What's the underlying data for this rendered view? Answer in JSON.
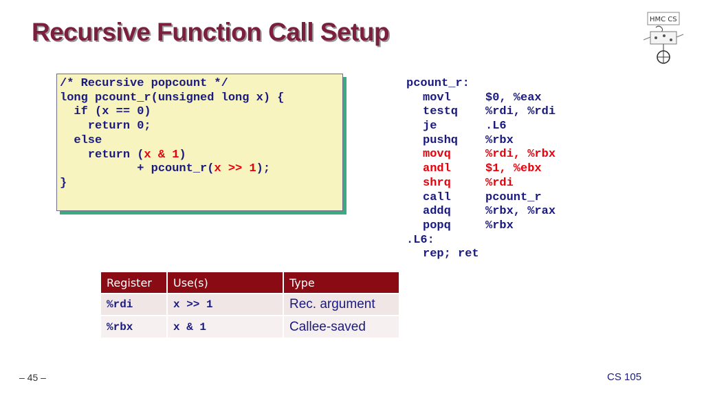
{
  "slide": {
    "title": "Recursive Function Call Setup",
    "page_number": "– 45 –",
    "course": "CS 105",
    "logo_text": "HMC CS"
  },
  "c_code": {
    "lines": [
      [
        {
          "t": "/* Recursive popcount */"
        }
      ],
      [
        {
          "t": "long pcount_r(unsigned long x) {"
        }
      ],
      [
        {
          "t": "  if (x == 0)"
        }
      ],
      [
        {
          "t": "    return 0;"
        }
      ],
      [
        {
          "t": "  else"
        }
      ],
      [
        {
          "t": "    return ("
        },
        {
          "t": "x & 1",
          "hl": true
        },
        {
          "t": ")"
        }
      ],
      [
        {
          "t": "           + pcount_r("
        },
        {
          "t": "x >> 1",
          "hl": true
        },
        {
          "t": ");"
        }
      ],
      [
        {
          "t": "}"
        }
      ]
    ]
  },
  "asm": {
    "lines": [
      {
        "op": "pcount_r:",
        "args": "",
        "hl": false,
        "indent": 0
      },
      {
        "op": "movl",
        "args": "$0, %eax",
        "hl": false,
        "indent": 1
      },
      {
        "op": "testq",
        "args": "%rdi, %rdi",
        "hl": false,
        "indent": 1
      },
      {
        "op": "je",
        "args": ".L6",
        "hl": false,
        "indent": 1
      },
      {
        "op": "pushq",
        "args": "%rbx",
        "hl": false,
        "indent": 1
      },
      {
        "op": "movq",
        "args": "%rdi, %rbx",
        "hl": true,
        "indent": 1
      },
      {
        "op": "andl",
        "args": "$1, %ebx",
        "hl": true,
        "indent": 1
      },
      {
        "op": "shrq",
        "args": "%rdi",
        "hl": true,
        "indent": 1
      },
      {
        "op": "call",
        "args": "pcount_r",
        "hl": false,
        "indent": 1
      },
      {
        "op": "addq",
        "args": "%rbx, %rax",
        "hl": false,
        "indent": 1
      },
      {
        "op": "popq",
        "args": "%rbx",
        "hl": false,
        "indent": 1
      },
      {
        "op": ".L6:",
        "args": "",
        "hl": false,
        "indent": 0
      },
      {
        "op": "rep; ret",
        "args": "",
        "hl": false,
        "indent": 1
      }
    ]
  },
  "register_table": {
    "headers": [
      "Register",
      "Use(s)",
      "Type"
    ],
    "rows": [
      {
        "register": "%rdi",
        "use": "x >> 1",
        "type": "Rec. argument"
      },
      {
        "register": "%rbx",
        "use": "x & 1",
        "type": "Callee-saved"
      }
    ]
  },
  "colors": {
    "title": "#7a1f3d",
    "code_bg": "#f7f4c0",
    "code_shadow": "#3daa80",
    "code_text": "#1a1a80",
    "highlight": "#e8000b",
    "table_header": "#8b0b14"
  }
}
